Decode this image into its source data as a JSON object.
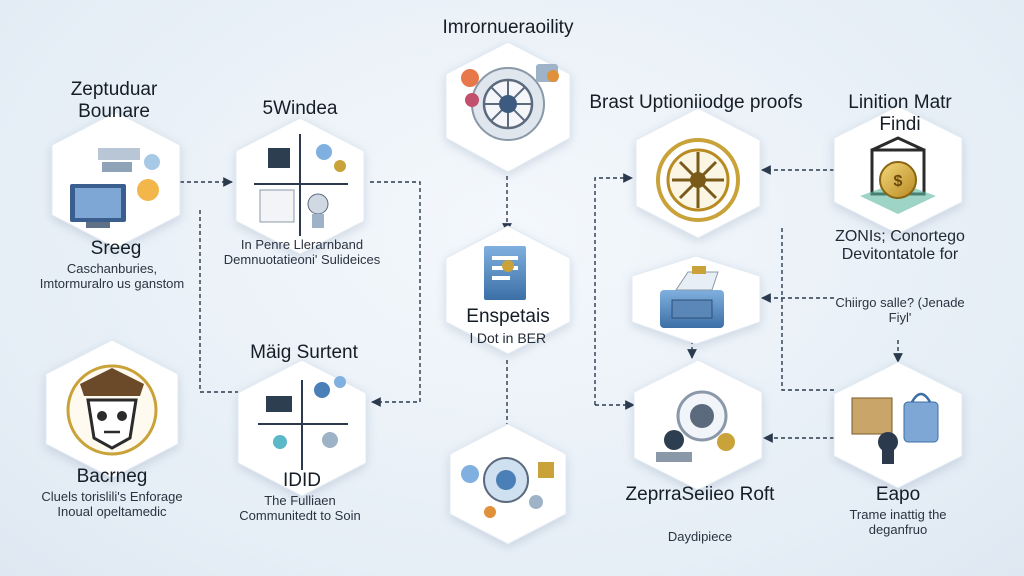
{
  "nodes": {
    "top_center": {
      "title": "Imrornueraoility"
    },
    "left_top": {
      "title": "Zeptuduar Bounare",
      "label": "Sreeg",
      "desc": "Caschanburies, Imtormuralro us ganstom"
    },
    "left_bottom": {
      "label": "Bacrneg",
      "desc": "Cluels torislili's Enforage Inoual opeltamedic"
    },
    "mid_left_top": {
      "title": "5Windea",
      "desc": "In Penre Llerarnband Demnuotatieoni' Sulideices"
    },
    "mid_left_bottom": {
      "title": "Mäig Surtent",
      "label": "IDID",
      "desc": "The Fulliaen Communitedt to Soin"
    },
    "center_mid": {
      "label": "Enspetais",
      "badge": "l Dot in BER"
    },
    "right_mid_top": {
      "title": "Brast Uptioniiodge proofs"
    },
    "right_mid_bottom": {
      "label": "ZeprraSeiieo Roft",
      "desc": "Daydipiece"
    },
    "right_top": {
      "title": "Linition Matr Findi",
      "desc": "ZONIs; Conortego Devitontatole for",
      "note": "Chiirgo salle? (Jenade Fiyl'"
    },
    "right_bottom": {
      "label": "Eapo",
      "desc": "Trame inattig the deganfruo"
    }
  },
  "colors": {
    "hex_fill": "#ffffff",
    "arrow": "#2b3a4d",
    "blue": "#4a7fb8",
    "gold": "#c9a23a",
    "accent_orange": "#e0913a"
  }
}
